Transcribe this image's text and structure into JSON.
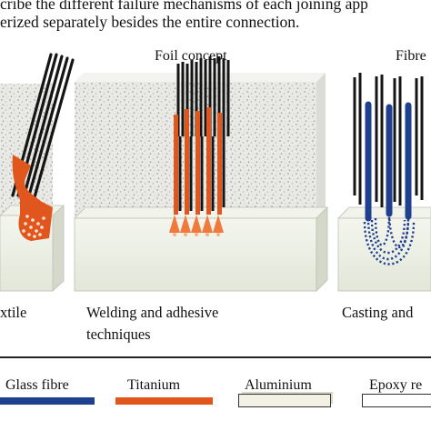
{
  "body_text": {
    "line1": "cribe the different failure mechanisms of each joining app",
    "line2": "erized separately besides the entire connection."
  },
  "panels": {
    "foil": {
      "title": "Foil concept",
      "caption_line1": "Welding and adhesive",
      "caption_line2": "techniques"
    },
    "fibre": {
      "title": "Fibre",
      "caption_line1": "Casting and"
    },
    "textile": {
      "caption_line1": "xtile"
    }
  },
  "legend": {
    "glass_fibre": {
      "label": "Glass fibre",
      "color": "#1f3f8f"
    },
    "titanium": {
      "label": "Titanium",
      "color": "#e0561c"
    },
    "aluminium": {
      "label": "Aluminium",
      "color": "#f2f1e4"
    },
    "epoxy": {
      "label": "Epoxy re",
      "color": "#ffffff"
    }
  },
  "colors": {
    "glass_fibre": "#1f3f8f",
    "titanium": "#e0561c",
    "epoxy_block": "#e7e7e3",
    "aluminium_block": "#eaeee2",
    "carbon_fibre": "#151515"
  }
}
